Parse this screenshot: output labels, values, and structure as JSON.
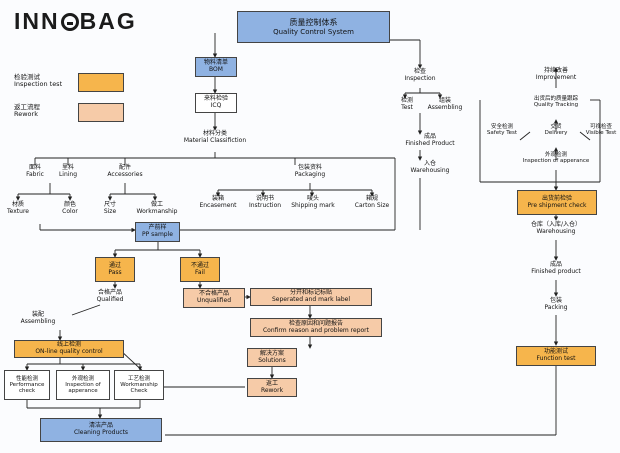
{
  "logo": {
    "pre": "INN",
    "post": "BAG"
  },
  "title": {
    "cn": "质量控制体系",
    "en": "Quality Control System"
  },
  "legend": {
    "test": {
      "cn": "检验测试",
      "en": "Inspection test"
    },
    "rework": {
      "cn": "返工流程",
      "en": "Rework"
    }
  },
  "bom": {
    "cn": "物料清单",
    "en": "BOM"
  },
  "icq": {
    "cn": "来料检验",
    "en": "ICQ"
  },
  "material": {
    "cn": "材料分类",
    "en": "Material Classifiction"
  },
  "fabric": {
    "cn": "面料",
    "en": "Fabric"
  },
  "lining": {
    "cn": "里料",
    "en": "Lining"
  },
  "accessories": {
    "cn": "配件",
    "en": "Accessories"
  },
  "texture": {
    "cn": "材质",
    "en": "Texture"
  },
  "color": {
    "cn": "颜色",
    "en": "Color"
  },
  "size": {
    "cn": "尺寸",
    "en": "Size"
  },
  "workmanship": {
    "cn": "做工",
    "en": "Workmanship"
  },
  "packaging": {
    "cn": "包装资料",
    "en": "Packaging"
  },
  "encasement": {
    "cn": "装箱",
    "en": "Encasement"
  },
  "instruction": {
    "cn": "说明书",
    "en": "Instruction"
  },
  "shipping_mark": {
    "cn": "唛头",
    "en": "Shipping mark"
  },
  "carton_size": {
    "cn": "箱规",
    "en": "Carton Size"
  },
  "pp_sample": {
    "cn": "产前样",
    "en": "PP sample"
  },
  "inspection": {
    "cn": "检查",
    "en": "Inspection"
  },
  "test": {
    "cn": "检测",
    "en": "Test"
  },
  "assembling_top": {
    "cn": "组装",
    "en": "Assembling"
  },
  "finished_product_top": {
    "cn": "成品",
    "en": "Finished Product"
  },
  "warehousing_top": {
    "cn": "入仓",
    "en": "Warehousing"
  },
  "improvement": {
    "cn": "持续改善",
    "en": "Improvement"
  },
  "quality_tracking": {
    "cn": "出货后的质量跟踪",
    "en": "Quality Tracking"
  },
  "safety_test": {
    "cn": "安全检测",
    "en": "Safety Test"
  },
  "delivery": {
    "cn": "交货",
    "en": "Delivery"
  },
  "visible_test": {
    "cn": "可视检查",
    "en": "Visible Test"
  },
  "inspection_appearance_right": {
    "cn": "外观检测",
    "en": "Inspection of apperance"
  },
  "pre_shipment": {
    "cn": "出货前检验",
    "en": "Pre shipment check"
  },
  "warehousing_right": {
    "cn": "仓库（入库/入仓）",
    "en": "Warehousing"
  },
  "finished_product_right": {
    "cn": "成品",
    "en": "Finished product"
  },
  "packing": {
    "cn": "包装",
    "en": "Packing"
  },
  "function_test": {
    "cn": "功能测试",
    "en": "Function test"
  },
  "pass": {
    "cn": "通过",
    "en": "Pass"
  },
  "fail": {
    "cn": "不通过",
    "en": "Fail"
  },
  "qualified": {
    "cn": "合格产品",
    "en": "Qualified"
  },
  "assembling": {
    "cn": "装配",
    "en": "Assembling"
  },
  "online_qc": {
    "cn": "线上检测",
    "en": "ON-line quality control"
  },
  "performance_check": {
    "cn": "性能检测",
    "en": "Performance check"
  },
  "inspection_appearance_left": {
    "cn": "外观检测",
    "en": "Inspection of apperance"
  },
  "workmanship_check": {
    "cn": "工艺检测",
    "en": "Workmanship Check"
  },
  "cleaning": {
    "cn": "清洁产品",
    "en": "Cleaning Products"
  },
  "unqualified": {
    "cn": "不合格产品",
    "en": "Unqualified"
  },
  "separated": {
    "cn": "分开和标记标贴",
    "en": "Seperated and mark label"
  },
  "confirm_reason": {
    "cn": "检查原因和问题报告",
    "en": "Confirm reason and problem report"
  },
  "solutions": {
    "cn": "解决方案",
    "en": "Solutions"
  },
  "rework_box": {
    "cn": "返工",
    "en": "Rework"
  }
}
